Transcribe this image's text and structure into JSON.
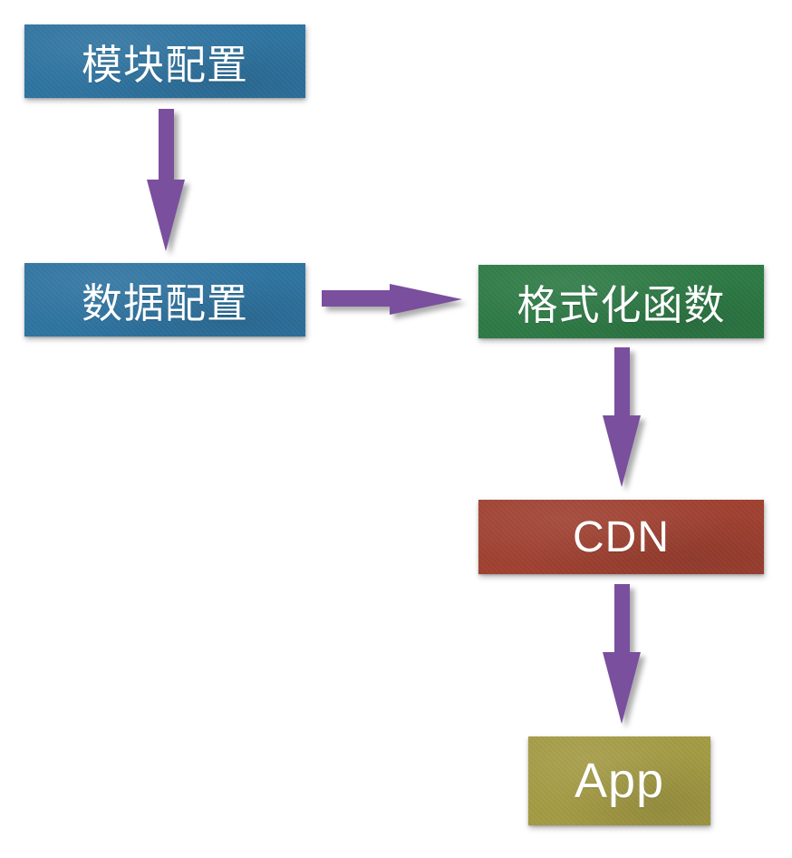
{
  "diagram": {
    "type": "flowchart",
    "background_color": "#ffffff",
    "arrow_color": "#7a4f9e",
    "text_color": "#ffffff",
    "nodes": [
      {
        "id": "module-config",
        "label": "模块配置",
        "color": "#2e74a1",
        "shape": "rectangle"
      },
      {
        "id": "data-config",
        "label": "数据配置",
        "color": "#2e74a1",
        "shape": "rectangle"
      },
      {
        "id": "format-function",
        "label": "格式化函数",
        "color": "#2d7a45",
        "shape": "rectangle"
      },
      {
        "id": "cdn",
        "label": "CDN",
        "color": "#a04131",
        "shape": "rectangle"
      },
      {
        "id": "app",
        "label": "App",
        "color": "#a49b44",
        "shape": "rectangle"
      }
    ],
    "edges": [
      {
        "from": "module-config",
        "to": "data-config",
        "direction": "down"
      },
      {
        "from": "data-config",
        "to": "format-function",
        "direction": "right"
      },
      {
        "from": "format-function",
        "to": "cdn",
        "direction": "down"
      },
      {
        "from": "cdn",
        "to": "app",
        "direction": "down"
      }
    ]
  }
}
